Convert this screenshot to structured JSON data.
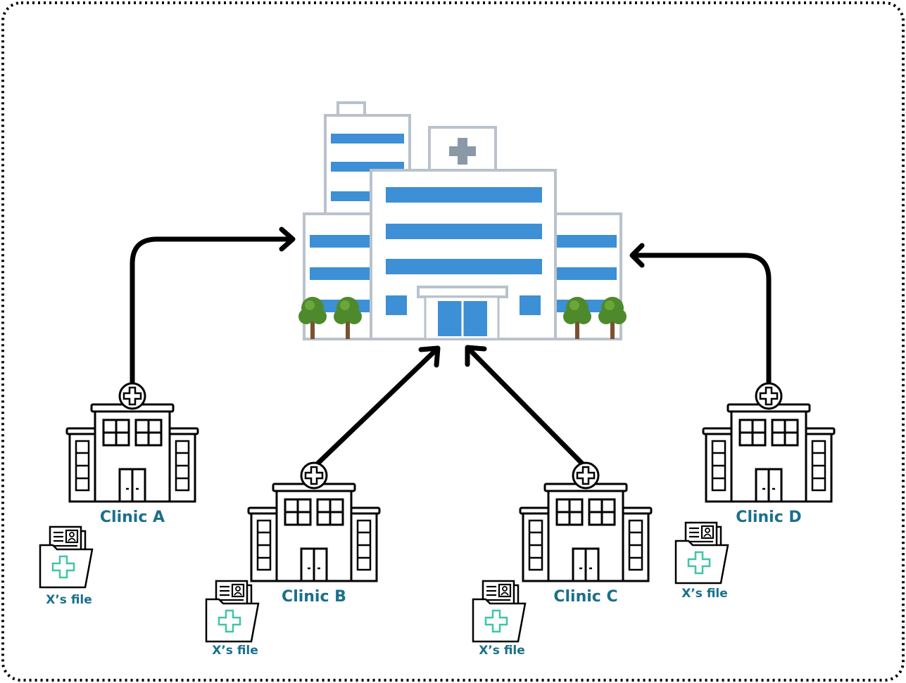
{
  "colors": {
    "label": "#1a6f8c",
    "frame": "#000000",
    "hospital_window": "#3d8fd6",
    "hospital_wall": "#ffffff",
    "hospital_outline": "#b9c2cc",
    "tree_leaf": "#4e8a2b",
    "tree_trunk": "#7a5230",
    "plus_mint": "#40c4a8"
  },
  "icons": {
    "hospital": "hospital-building-icon",
    "clinic": "clinic-building-icon",
    "file": "patient-file-folder-icon",
    "arrow": "arrow-icon"
  },
  "clinics": [
    {
      "id": "a",
      "name": "Clinic A",
      "file_label": "X’s file"
    },
    {
      "id": "b",
      "name": "Clinic B",
      "file_label": "X’s file"
    },
    {
      "id": "c",
      "name": "Clinic C",
      "file_label": "X’s file"
    },
    {
      "id": "d",
      "name": "Clinic D",
      "file_label": "X’s file"
    }
  ]
}
